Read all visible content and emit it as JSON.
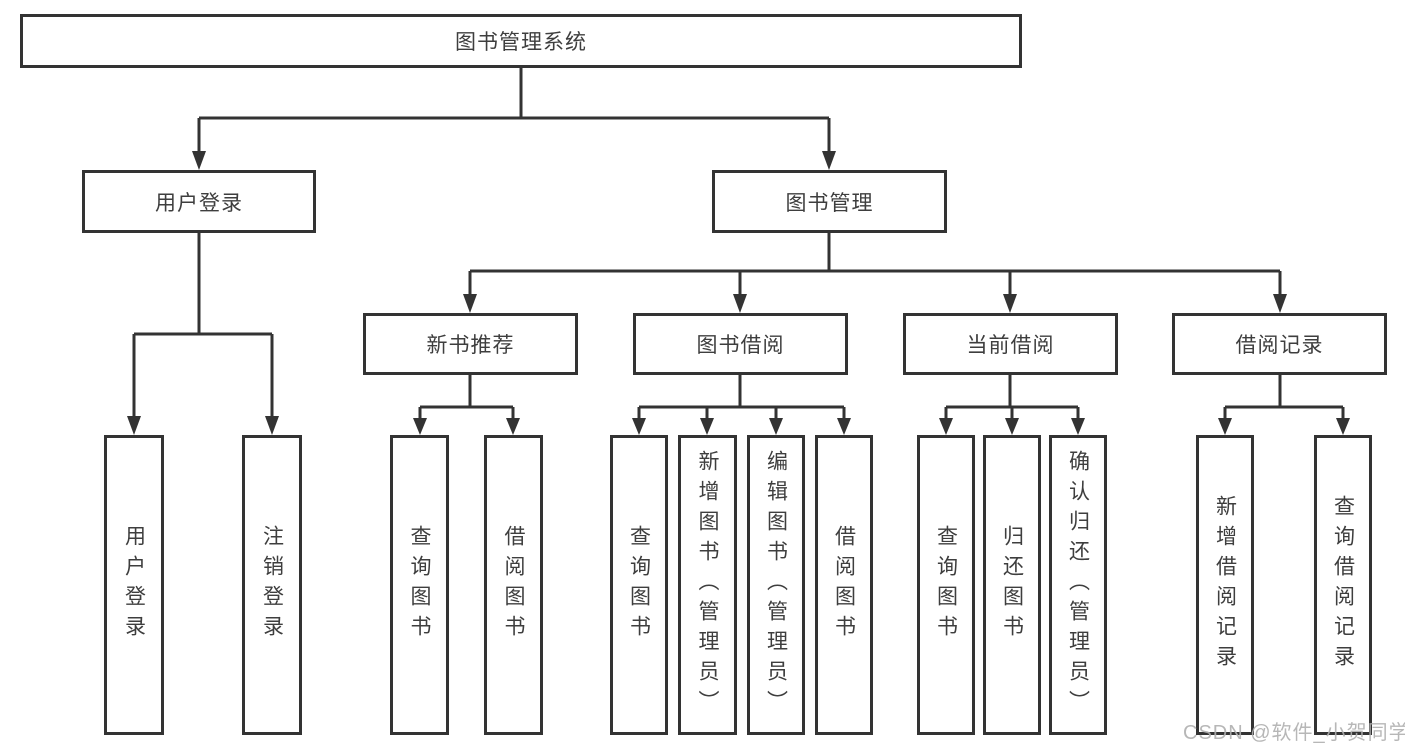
{
  "diagram": {
    "title": "图书管理系统",
    "root": {
      "label": "图书管理系统"
    },
    "branches": [
      {
        "label": "用户登录",
        "children": [
          {
            "label": "用户登录"
          },
          {
            "label": "注销登录"
          }
        ]
      },
      {
        "label": "图书管理",
        "children": [
          {
            "label": "新书推荐",
            "children": [
              {
                "label": "查询图书"
              },
              {
                "label": "借阅图书"
              }
            ]
          },
          {
            "label": "图书借阅",
            "children": [
              {
                "label": "查询图书"
              },
              {
                "label": "新增图书（管理员）"
              },
              {
                "label": "编辑图书（管理员）"
              },
              {
                "label": "借阅图书"
              }
            ]
          },
          {
            "label": "当前借阅",
            "children": [
              {
                "label": "查询图书"
              },
              {
                "label": "归还图书"
              },
              {
                "label": "确认归还（管理员）"
              }
            ]
          },
          {
            "label": "借阅记录",
            "children": [
              {
                "label": "新增借阅记录"
              },
              {
                "label": "查询借阅记录"
              }
            ]
          }
        ]
      }
    ]
  },
  "watermark": {
    "text": "CSDN @软件_小贺同学"
  },
  "colors": {
    "line": "#333333",
    "box_border": "#333333",
    "box_fill": "#ffffff",
    "text": "#3e3e3e",
    "watermark": "#afafaf",
    "background": "#ffffff"
  }
}
